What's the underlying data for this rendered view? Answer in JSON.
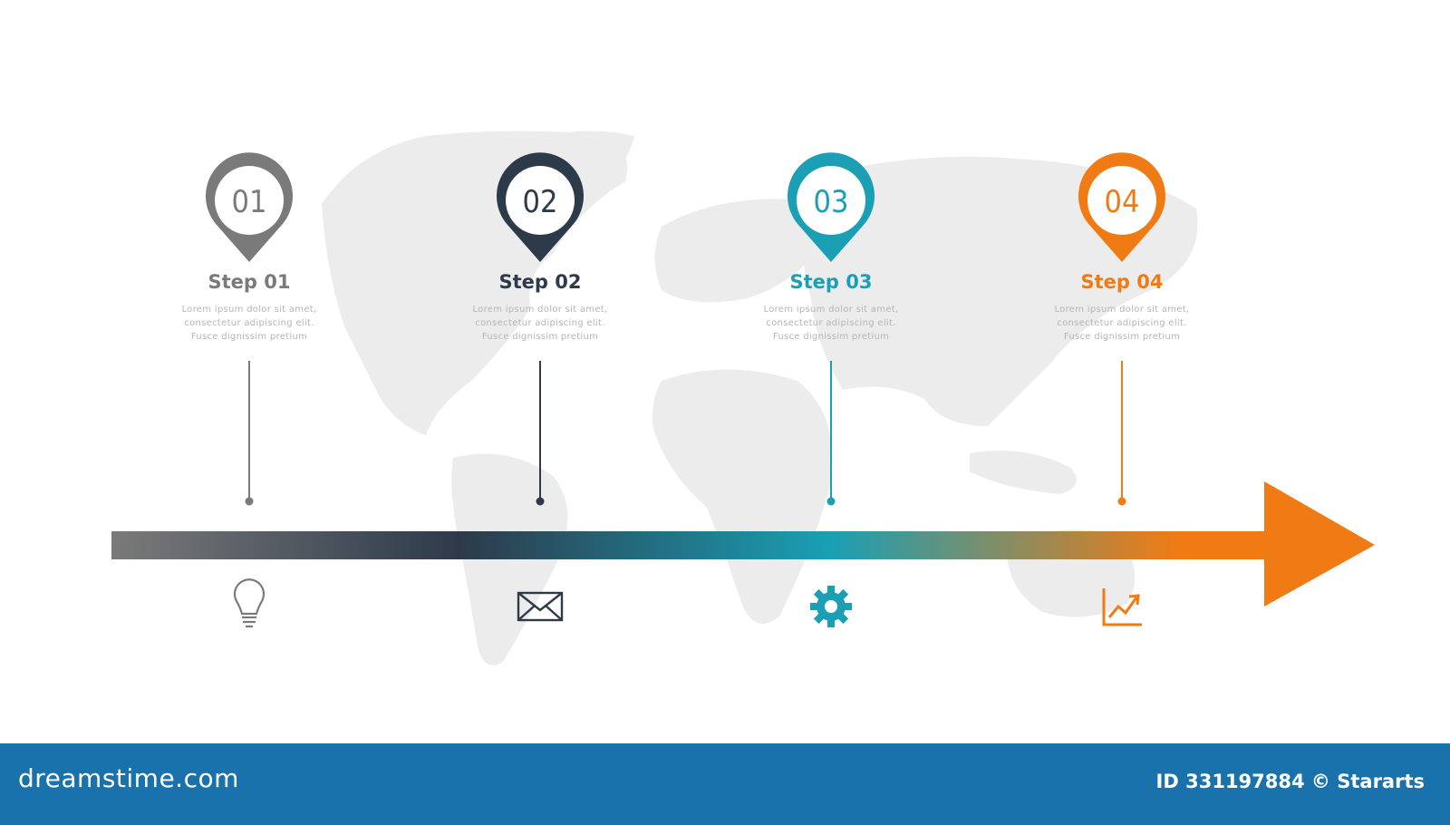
{
  "steps": [
    {
      "number": "01",
      "title": "Step 01",
      "desc": [
        "Lorem ipsum dolor sit amet,",
        "consectetur adipiscing elit.",
        "Fusce dignissim pretium"
      ],
      "color": "#7a7a7a",
      "icon": "lightbulb-icon"
    },
    {
      "number": "02",
      "title": "Step 02",
      "desc": [
        "Lorem ipsum dolor sit amet,",
        "consectetur adipiscing elit.",
        "Fusce dignissim pretium"
      ],
      "color": "#2d3a4a",
      "icon": "envelope-icon"
    },
    {
      "number": "03",
      "title": "Step 03",
      "desc": [
        "Lorem ipsum dolor sit amet,",
        "consectetur adipiscing elit.",
        "Fusce dignissim pretium"
      ],
      "color": "#1a9fb5",
      "icon": "gear-icon"
    },
    {
      "number": "04",
      "title": "Step 04",
      "desc": [
        "Lorem ipsum dolor sit amet,",
        "consectetur adipiscing elit.",
        "Fusce dignissim pretium"
      ],
      "color": "#f07b14",
      "icon": "growth-chart-icon"
    }
  ],
  "arrow": {
    "gradient": [
      "#7a7a7a",
      "#2d3a4a",
      "#1a9fb5",
      "#f07b14"
    ]
  },
  "footer": {
    "logo_text": "dreamstime.com",
    "image_id": "ID 331197884 © Stararts",
    "background": "#1a72ad"
  }
}
